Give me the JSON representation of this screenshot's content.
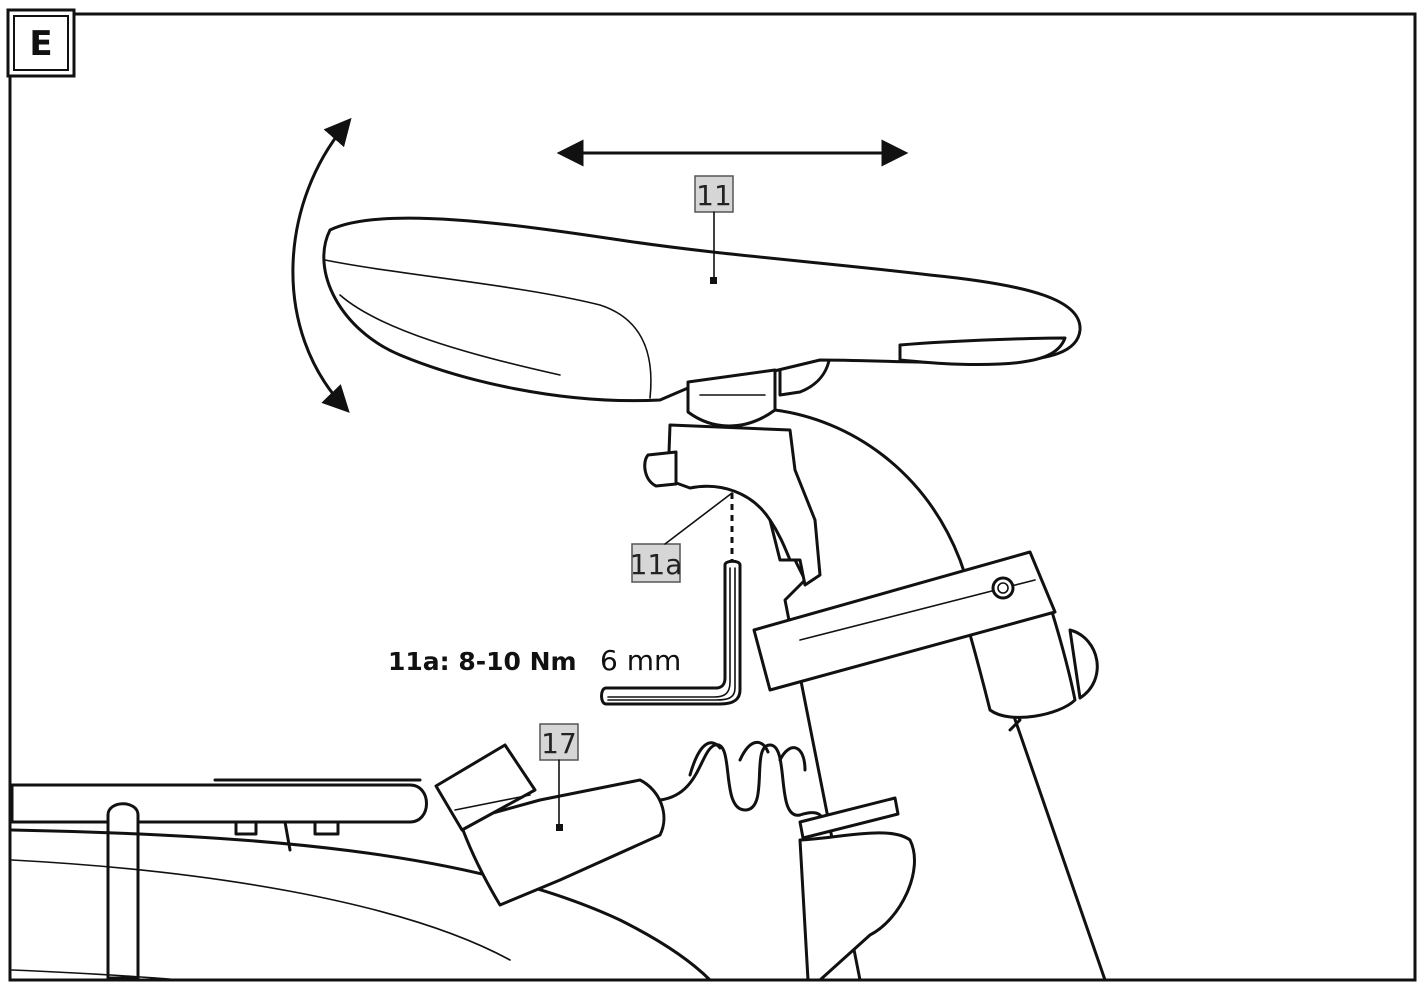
{
  "panel": {
    "letter": "E"
  },
  "labels": {
    "saddle": "11",
    "clamp": "11a",
    "lock": "17"
  },
  "torque": {
    "spec": "11a: 8-10 Nm",
    "tool_size": "6 mm"
  },
  "icons": [
    "tilt-arrow-icon",
    "slide-arrow-icon",
    "hex-key-icon"
  ]
}
